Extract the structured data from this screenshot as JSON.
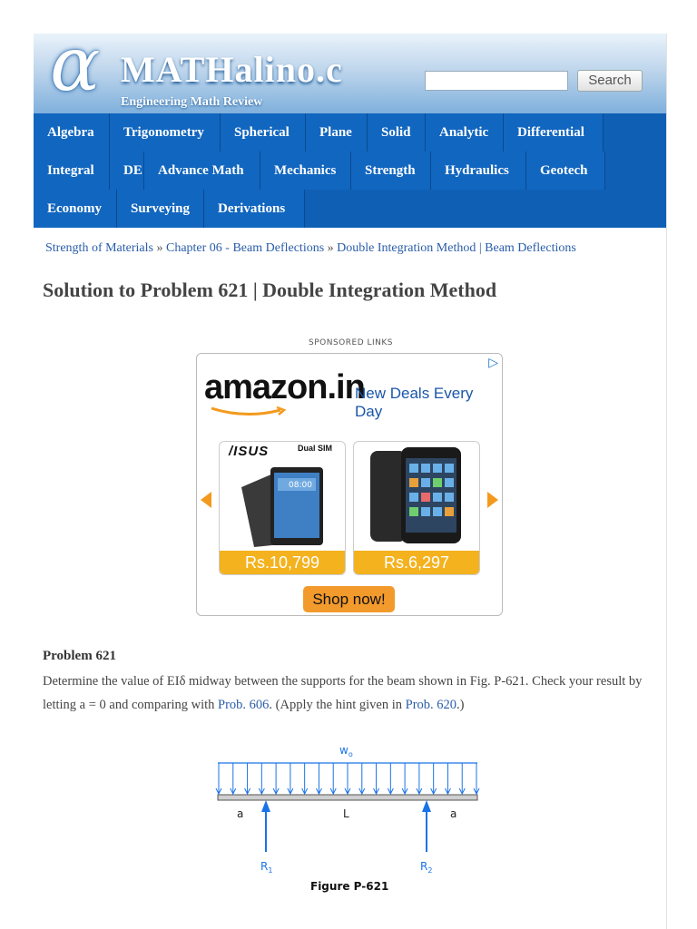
{
  "header": {
    "logo_symbol": "α",
    "site_name": "MATHalino.c",
    "tagline": "Engineering Math Review",
    "search_placeholder": "",
    "search_button": "Search"
  },
  "nav": {
    "row1": [
      "Algebra",
      "Trigonometry",
      "Spherical",
      "Plane",
      "Solid",
      "Analytic",
      "Differential"
    ],
    "row2": [
      "Integral",
      "DE",
      "Advance Math",
      "Mechanics",
      "Strength",
      "Hydraulics",
      "Geotech"
    ],
    "row3": [
      "Economy",
      "Surveying",
      "Derivations"
    ]
  },
  "breadcrumb": {
    "items": [
      "Strength of Materials",
      "Chapter 06 - Beam Deflections",
      "Double Integration Method | Beam Deflections"
    ],
    "separator": "»"
  },
  "page_title": "Solution to Problem 621 | Double Integration Method",
  "ad": {
    "sponsored_label": "SPONSORED LINKS",
    "logo": "amazon.in",
    "tagline": "New Deals Every Day",
    "products": [
      {
        "brand": "/ISUS",
        "badge": "Dual SIM",
        "price": "Rs.10,799"
      },
      {
        "price": "Rs.6,297"
      }
    ],
    "cta": "Shop now!",
    "accent": "#f4b21e"
  },
  "problem": {
    "heading": "Problem 621",
    "text_1": "Determine the value of EIδ midway between the supports for the beam shown in Fig. P-621. Check your result by letting a = 0 and comparing with ",
    "link_1": "Prob. 606",
    "text_2": ". (Apply the hint given in ",
    "link_2": "Prob. 620",
    "text_3": ".)"
  },
  "figure": {
    "load_label": "w",
    "load_subscript": "o",
    "left_span": "a",
    "middle_span": "L",
    "right_span": "a",
    "reaction_left": "R",
    "reaction_left_sub": "1",
    "reaction_right": "R",
    "reaction_right_sub": "2",
    "caption": "Figure P-621",
    "colors": {
      "load": "#1a73e8",
      "beam": "#555555"
    }
  }
}
